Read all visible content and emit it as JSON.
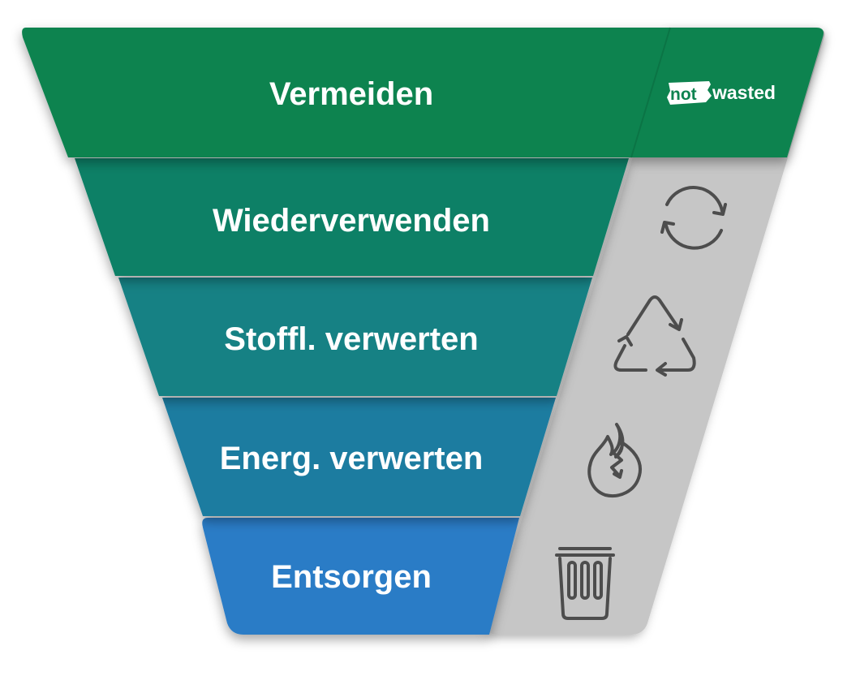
{
  "logo": {
    "text_left": "not",
    "text_right": "wasted"
  },
  "levels": [
    {
      "label": "Vermeiden",
      "color": "#0e8350",
      "icon": "logo"
    },
    {
      "label": "Wiederverwenden",
      "color": "#108066",
      "icon": "reuse-cycle-icon"
    },
    {
      "label": "Stoffl. verwerten",
      "color": "#148184",
      "icon": "recycle-triangle-icon"
    },
    {
      "label": "Energ. verwerten",
      "color": "#1a7ca0",
      "icon": "flame-icon"
    },
    {
      "label": "Entsorgen",
      "color": "#2a7cc6",
      "icon": "trash-bin-icon"
    }
  ],
  "side_panel_color": "#c6c6c6",
  "icon_color": "#4d4d4d"
}
